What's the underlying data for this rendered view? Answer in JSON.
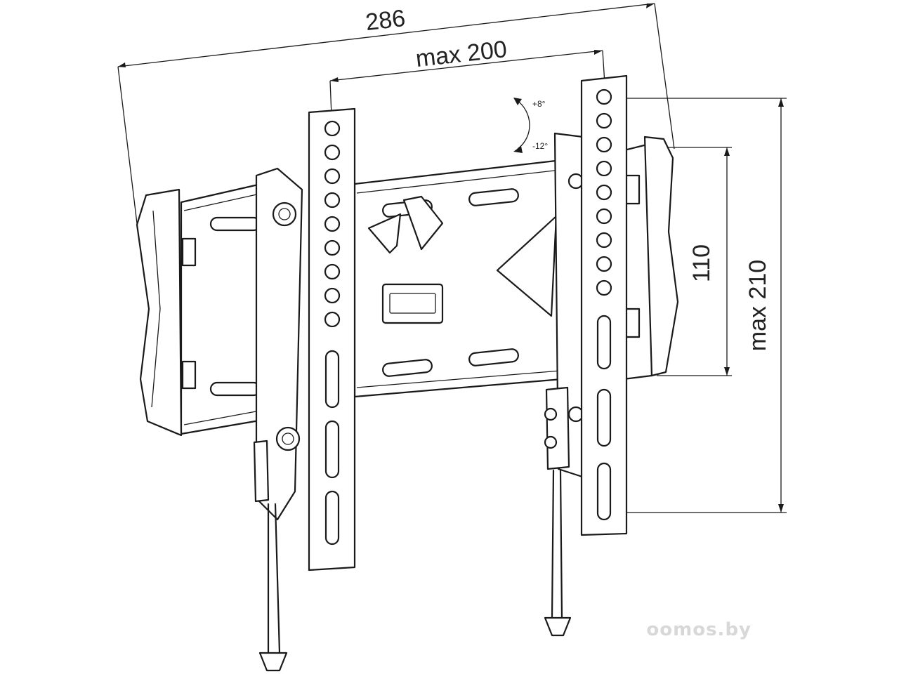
{
  "dimensions": {
    "overall_width": "286",
    "max_hole_spacing_horizontal": "max 200",
    "vertical_spacing": "110",
    "max_hole_spacing_vertical": "max 210"
  },
  "tilt": {
    "up": "+8°",
    "down": "-12°"
  },
  "watermark": "oomos.by",
  "colors": {
    "line": "#1a1a1a",
    "background": "#ffffff",
    "watermark": "#d8d8d8"
  }
}
